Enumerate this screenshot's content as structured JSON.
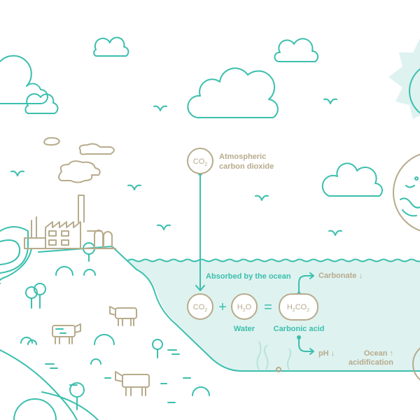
{
  "colors": {
    "teal": "#3bbfad",
    "tan": "#b7ab8c",
    "ocean": "#def2f0"
  },
  "atmosphere": {
    "molecule": {
      "main": "CO",
      "sub": "2"
    },
    "label_line1": "Atmospheric",
    "label_line2": "carbon dioxide"
  },
  "absorbed_label": "Absorbed by the ocean",
  "equation": {
    "co2": {
      "main": "CO",
      "sub": "2"
    },
    "plus": "+",
    "h2o": {
      "a": "H",
      "sub": "2",
      "b": "O"
    },
    "equals": "=",
    "h2co2": {
      "a": "H",
      "sub1": "2",
      "b": "CO",
      "sub2": "2"
    },
    "water_label": "Water",
    "acid_label": "Carbonic acid"
  },
  "outcomes": {
    "carbonate": "Carbonate ↓",
    "ph": "pH ↓",
    "acid_line1": "Ocean ↑",
    "acid_line2": "acidification"
  }
}
